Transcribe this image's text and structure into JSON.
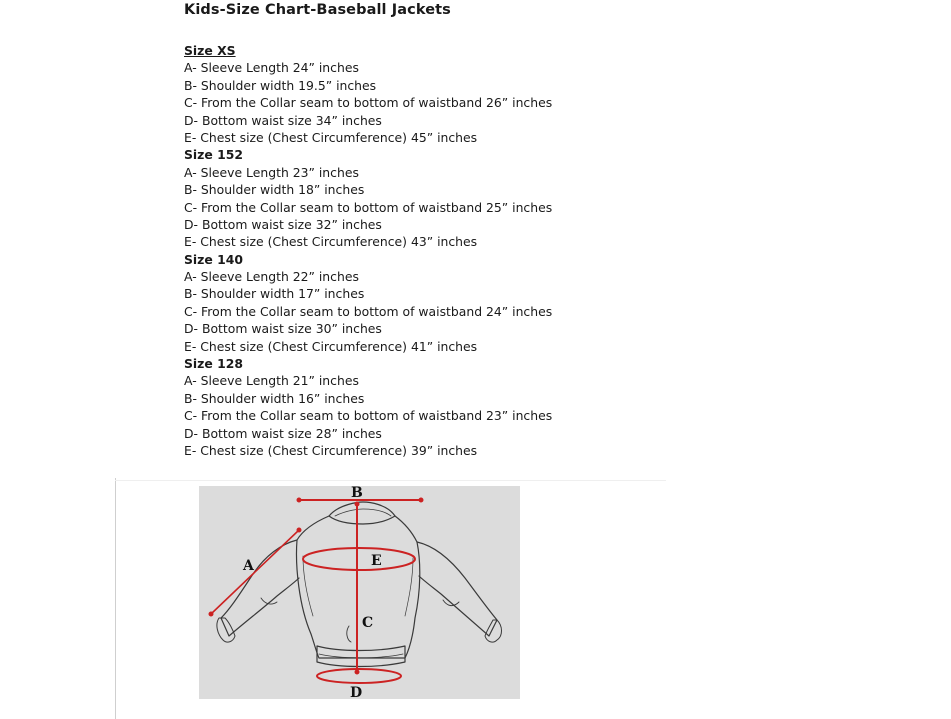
{
  "document": {
    "title": "Kids-Size Chart-Baseball Jackets",
    "sizes": [
      {
        "name": "Size XS",
        "lines": [
          "A- Sleeve Length 24” inches",
          "B- Shoulder width 19.5” inches",
          "C- From the Collar seam to bottom of waistband 26” inches",
          "D- Bottom waist size 34” inches",
          "E- Chest size (Chest Circumference) 45” inches"
        ]
      },
      {
        "name": "Size 152",
        "lines": [
          "A- Sleeve Length 23” inches",
          "B- Shoulder width 18” inches",
          "C- From the Collar seam to bottom of waistband 25” inches",
          "D- Bottom waist size 32” inches",
          "E- Chest size (Chest Circumference) 43” inches"
        ]
      },
      {
        "name": "Size 140",
        "lines": [
          "A- Sleeve Length 22” inches",
          "B- Shoulder width 17” inches",
          "C- From the Collar seam to bottom of waistband 24” inches",
          "D- Bottom waist size 30” inches",
          "E- Chest size (Chest Circumference) 41” inches"
        ]
      },
      {
        "name": "Size 128",
        "lines": [
          "A- Sleeve Length 21” inches",
          "B- Shoulder width 16” inches",
          "C- From the Collar seam to bottom of waistband 23” inches",
          "D- Bottom waist size 28” inches",
          "E- Chest size (Chest Circumference) 39” inches"
        ]
      }
    ]
  },
  "diagram": {
    "labels": {
      "a": "A",
      "b": "B",
      "c": "C",
      "d": "D",
      "e": "E"
    },
    "measure_color": "#cc2222",
    "background_color": "#dcdcdc",
    "outline_color": "#3a3a3a"
  }
}
